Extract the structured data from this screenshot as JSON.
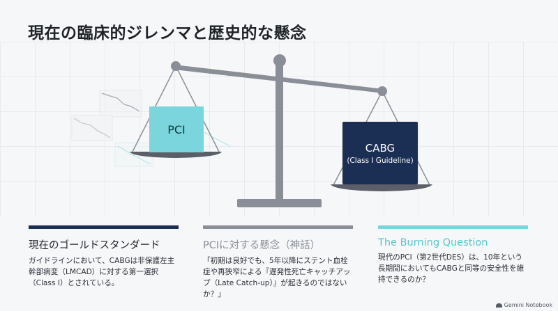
{
  "title": "現在の臨床的ジレンマと歴史的な懸念",
  "boxes": {
    "pci": "PCI",
    "cabg_main": "CABG",
    "cabg_sub": "(Class I Guideline)"
  },
  "columns": [
    {
      "heading": "現在のゴールドスタンダード",
      "body": "ガイドラインにおいて、CABGは非保護左主幹部病変（LMCAD）に対する第一選択（Class I）とされている。",
      "bar_color": "#1b2f55",
      "heading_color": "#1f2328"
    },
    {
      "heading": "PCIに対する懸念（神話）",
      "body": "「初期は良好でも、5年以降にステント血栓症や再狭窄による『遅発性死亡キャッチアップ（Late Catch-up）』が起きるのではないか？」",
      "bar_color": "#8a8f97",
      "heading_color": "#8a8f97"
    },
    {
      "heading": "The Burning Question",
      "body": "現代のPCI（第2世代DES）は、10年という長期間においてもCABGと同等の安全性を維持できるのか？",
      "bar_color": "#7ad6dc",
      "heading_color": "#56c6cf"
    }
  ],
  "footer": {
    "brand": "Gemini Notebook",
    "logo_icon": "notebook-logo-icon"
  }
}
